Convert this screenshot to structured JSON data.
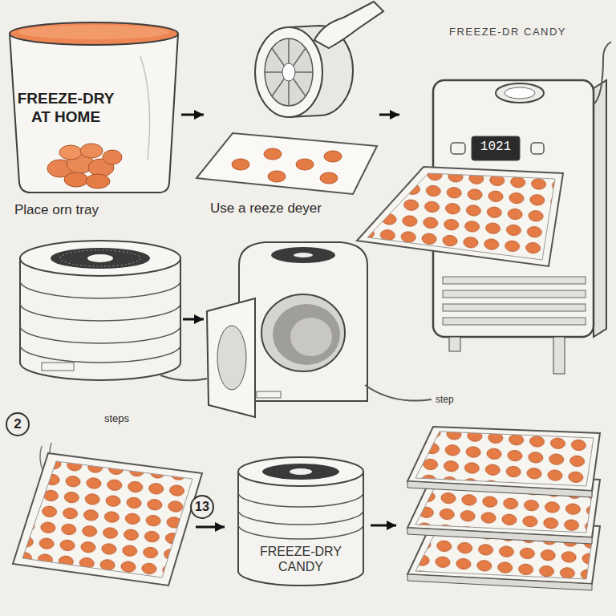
{
  "diagram": {
    "nodes": [
      {
        "text": [
          "FREEZE-DRY AT HOME",
          "Place orn tray"
        ]
      },
      {
        "text": [
          "Use a reeze deyer"
        ]
      },
      {
        "text": [
          "FREEZE-DR CANDY",
          "1021"
        ]
      },
      {
        "text": [
          "2"
        ]
      },
      {
        "text": [
          "steps"
        ]
      },
      {
        "text": [
          "13"
        ]
      },
      {
        "text": [
          "FREEZE-DRY CANDY"
        ]
      }
    ],
    "edges": [
      {
        "from": 0,
        "to": 1,
        "arrow": "to"
      },
      {
        "from": 1,
        "to": 2,
        "arrow": "to"
      },
      {
        "from": 4,
        "to": 6,
        "arrow": "to"
      }
    ],
    "labels": [
      "step"
    ]
  }
}
